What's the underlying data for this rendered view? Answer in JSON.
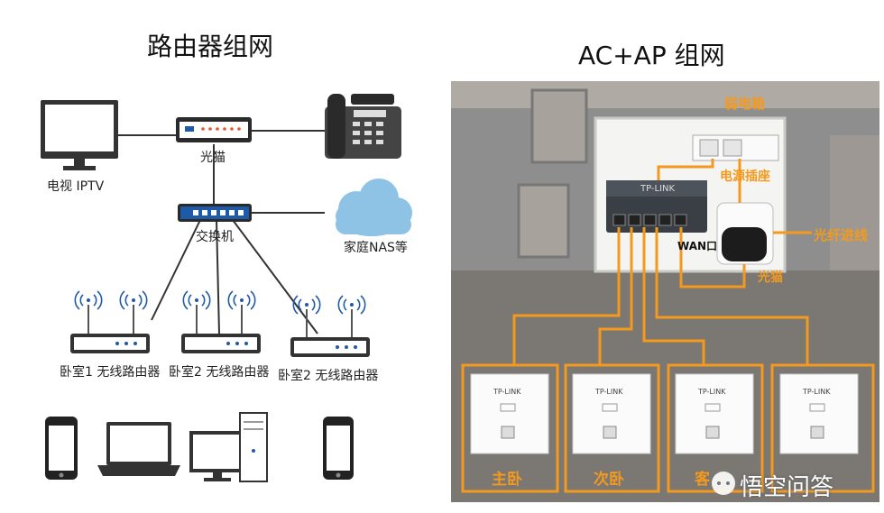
{
  "left": {
    "title": "路由器组网",
    "modem": "光猫",
    "tv": "电视 IPTV",
    "switch": "交换机",
    "nas": "家庭NAS等",
    "routers": [
      "卧室1 无线路由器",
      "卧室2 无线路由器",
      "卧室2 无线路由器"
    ]
  },
  "right": {
    "title": "AC+AP 组网",
    "box": "弱电箱",
    "power": "电源插座",
    "fiber": "光纤进线",
    "wan": "WAN口",
    "modem": "光猫",
    "brand": "TP-LINK",
    "rooms": [
      "主卧",
      "次卧",
      "客",
      ""
    ]
  },
  "watermark": "悟空问答",
  "colors": {
    "accent": "#f39a1e",
    "icon_blue": "#1e5aa8",
    "cloud": "#8fc3e6"
  }
}
